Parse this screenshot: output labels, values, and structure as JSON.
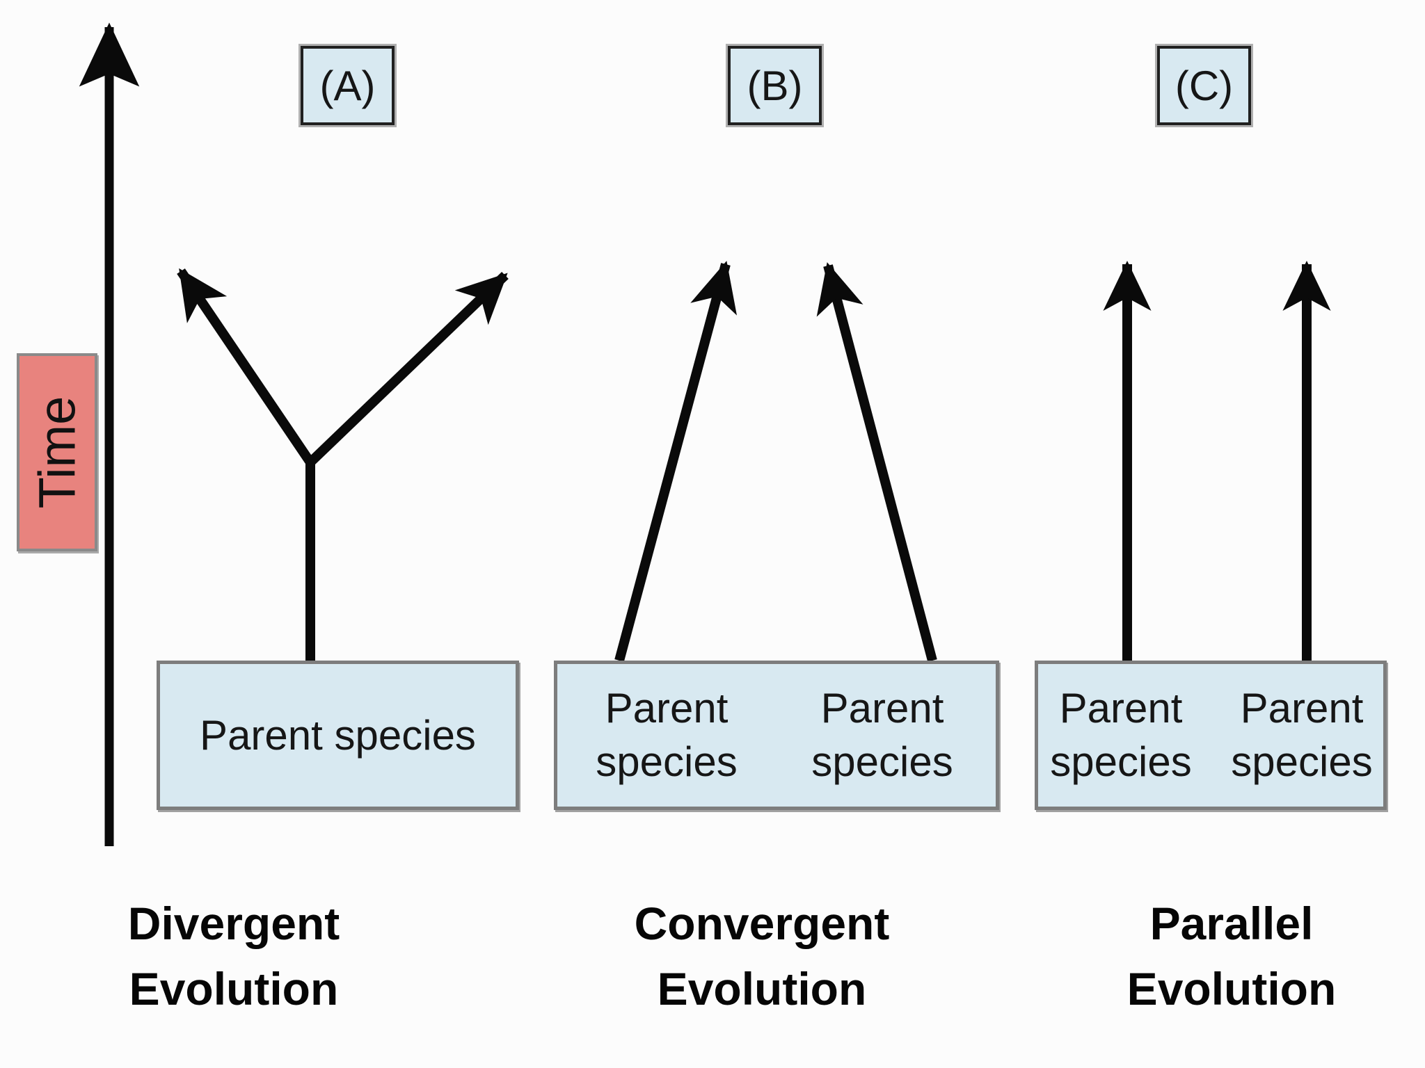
{
  "time_axis": {
    "label": "Time"
  },
  "panels": [
    {
      "id": "A",
      "tag": "(A)",
      "parent_boxes": [
        "Parent species"
      ],
      "caption_line1": "Divergent",
      "caption_line2": "Evolution",
      "arrows": "single lineage splitting into two diverging arrows"
    },
    {
      "id": "B",
      "tag": "(B)",
      "parent_boxes": [
        "Parent species",
        "Parent species"
      ],
      "caption_line1": "Convergent",
      "caption_line2": "Evolution",
      "arrows": "two lineages converging toward each other"
    },
    {
      "id": "C",
      "tag": "(C)",
      "parent_boxes": [
        "Parent species",
        "Parent species"
      ],
      "caption_line1": "Parallel",
      "caption_line2": "Evolution",
      "arrows": "two lineages rising in parallel"
    }
  ],
  "colors": {
    "background": "#fcfcfc",
    "box_blue": "#d8e9f1",
    "box_pink": "#e8837e",
    "border_gray": "#7d7d7d",
    "border_dark": "#202020",
    "arrow_black": "#0a0a0a"
  }
}
